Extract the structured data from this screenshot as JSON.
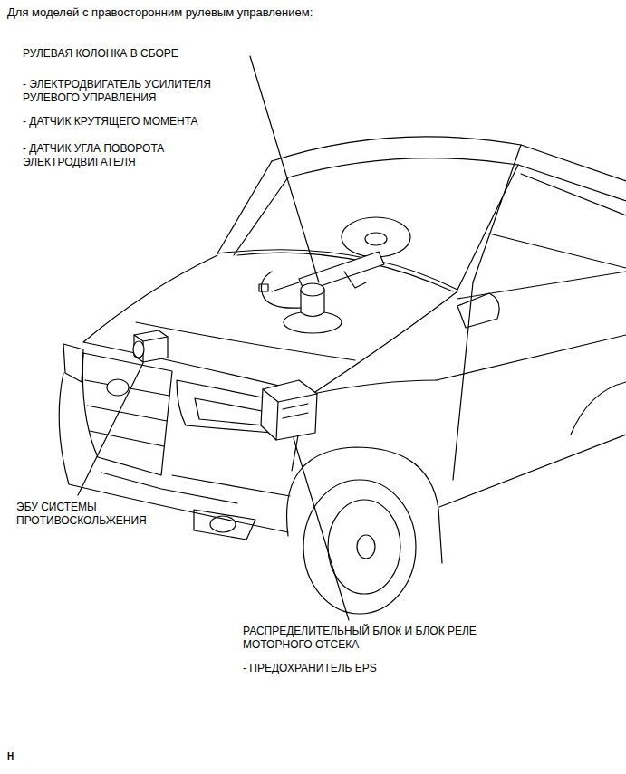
{
  "diagram": {
    "title": "Для моделей с правосторонним рулевым управлением:",
    "labels": [
      "РУЛЕВАЯ КОЛОНКА В СБОРЕ",
      "- ЭЛЕКТРОДВИГАТЕЛЬ УСИЛИТЕЛЯ РУЛЕВОГО УПРАВЛЕНИЯ",
      "- ДАТЧИК КРУТЯЩЕГО МОМЕНТА",
      "- ДАТЧИК УГЛА ПОВОРОТА ЭЛЕКТРОДВИГАТЕЛЯ",
      "ЭБУ СИСТЕМЫ ПРОТИВОСКОЛЬЖЕНИЯ",
      "РАСПРЕДЕЛИТЕЛЬНЫЙ БЛОК И БЛОК РЕЛЕ МОТОРНОГО ОТСЕКА",
      "- ПРЕДОХРАНИТЕЛЬ EPS",
      "H"
    ]
  }
}
